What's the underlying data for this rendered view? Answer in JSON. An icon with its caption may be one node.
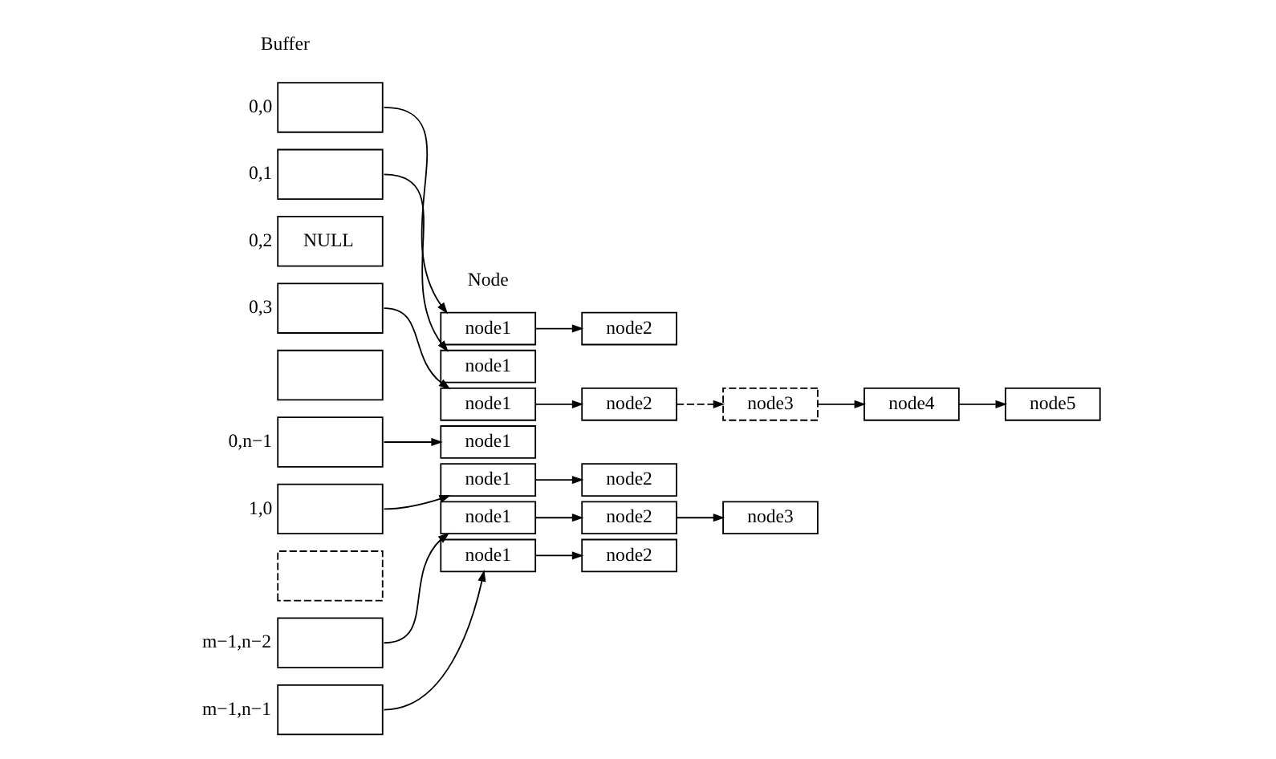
{
  "diagram": {
    "nodes": [
      {
        "text": [],
        "shape": "box",
        "beside": [
          "0,0"
        ]
      },
      {
        "text": [],
        "shape": "box",
        "beside": [
          "0,1"
        ]
      },
      {
        "text": [
          "NULL"
        ],
        "beside": [
          "0,2"
        ]
      },
      {
        "text": [],
        "shape": "box",
        "beside": [
          "0,3"
        ]
      },
      {
        "text": [],
        "shape": "box"
      },
      {
        "text": [],
        "shape": "box",
        "beside": [
          "0,n−1"
        ]
      },
      {
        "text": [],
        "shape": "box",
        "beside": [
          "1,0"
        ]
      },
      {
        "text": [],
        "shape": "box"
      },
      {
        "text": [],
        "shape": "box",
        "beside": [
          "m−1,n−2"
        ]
      },
      {
        "text": [],
        "shape": "box",
        "beside": [
          "m−1,n−1"
        ]
      },
      {
        "text": [
          "node1"
        ]
      },
      {
        "text": [
          "node2"
        ]
      },
      {
        "text": [
          "node1"
        ]
      },
      {
        "text": [
          "node1"
        ]
      },
      {
        "text": [
          "node2"
        ]
      },
      {
        "text": [
          "node3"
        ]
      },
      {
        "text": [
          "node4"
        ]
      },
      {
        "text": [
          "node5"
        ]
      },
      {
        "text": [
          "node1"
        ]
      },
      {
        "text": [
          "node1"
        ]
      },
      {
        "text": [
          "node2"
        ]
      },
      {
        "text": [
          "node1"
        ]
      },
      {
        "text": [
          "node2"
        ]
      },
      {
        "text": [
          "node3"
        ]
      },
      {
        "text": [
          "node1"
        ]
      },
      {
        "text": [
          "node2"
        ]
      }
    ],
    "edges": [
      {
        "from": 0,
        "to": 10,
        "arrow": "to"
      },
      {
        "from": 10,
        "to": 11,
        "arrow": "to"
      },
      {
        "from": 1,
        "to": 12,
        "arrow": "to"
      },
      {
        "from": 3,
        "to": 13,
        "arrow": "to"
      },
      {
        "from": 13,
        "to": 14,
        "arrow": "to"
      },
      {
        "from": 14,
        "to": 15,
        "arrow": "to",
        "style": "dashed"
      },
      {
        "from": 15,
        "to": 16,
        "arrow": "to"
      },
      {
        "from": 16,
        "to": 17,
        "arrow": "to"
      },
      {
        "from": 5,
        "to": 18,
        "arrow": "to"
      },
      {
        "from": 6,
        "to": 19,
        "arrow": "to"
      },
      {
        "from": 19,
        "to": 20,
        "arrow": "to"
      },
      {
        "from": 8,
        "to": 21,
        "arrow": "to"
      },
      {
        "from": 21,
        "to": 22,
        "arrow": "to"
      },
      {
        "from": 22,
        "to": 23,
        "arrow": "to"
      },
      {
        "from": 9,
        "to": 24,
        "arrow": "to"
      },
      {
        "from": 24,
        "to": 25,
        "arrow": "to"
      }
    ],
    "labels": [
      "Buffer",
      "Node"
    ]
  }
}
